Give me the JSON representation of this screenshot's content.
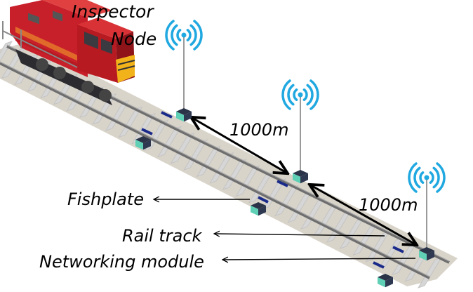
{
  "labels": {
    "inspector_line1": "Inspector",
    "inspector_line2": "Node",
    "distance_1": "1000m",
    "distance_2": "1000m",
    "fishplate": "Fishplate",
    "rail_track": "Rail track",
    "networking_module": "Networking module"
  },
  "icons": {
    "train": "locomotive-icon",
    "antenna": "wifi-antenna-icon",
    "module": "networking-module-cube-icon"
  },
  "colors": {
    "train_red": "#c8202a",
    "train_dark": "#3a3a40",
    "rail": "#6e6e6e",
    "sleeper": "#d6d6d6",
    "ballast": "#b9b09c",
    "wifi": "#20a8e0",
    "module_top": "#2b3348",
    "module_side": "#5fd0b5",
    "arrow": "#000000"
  }
}
